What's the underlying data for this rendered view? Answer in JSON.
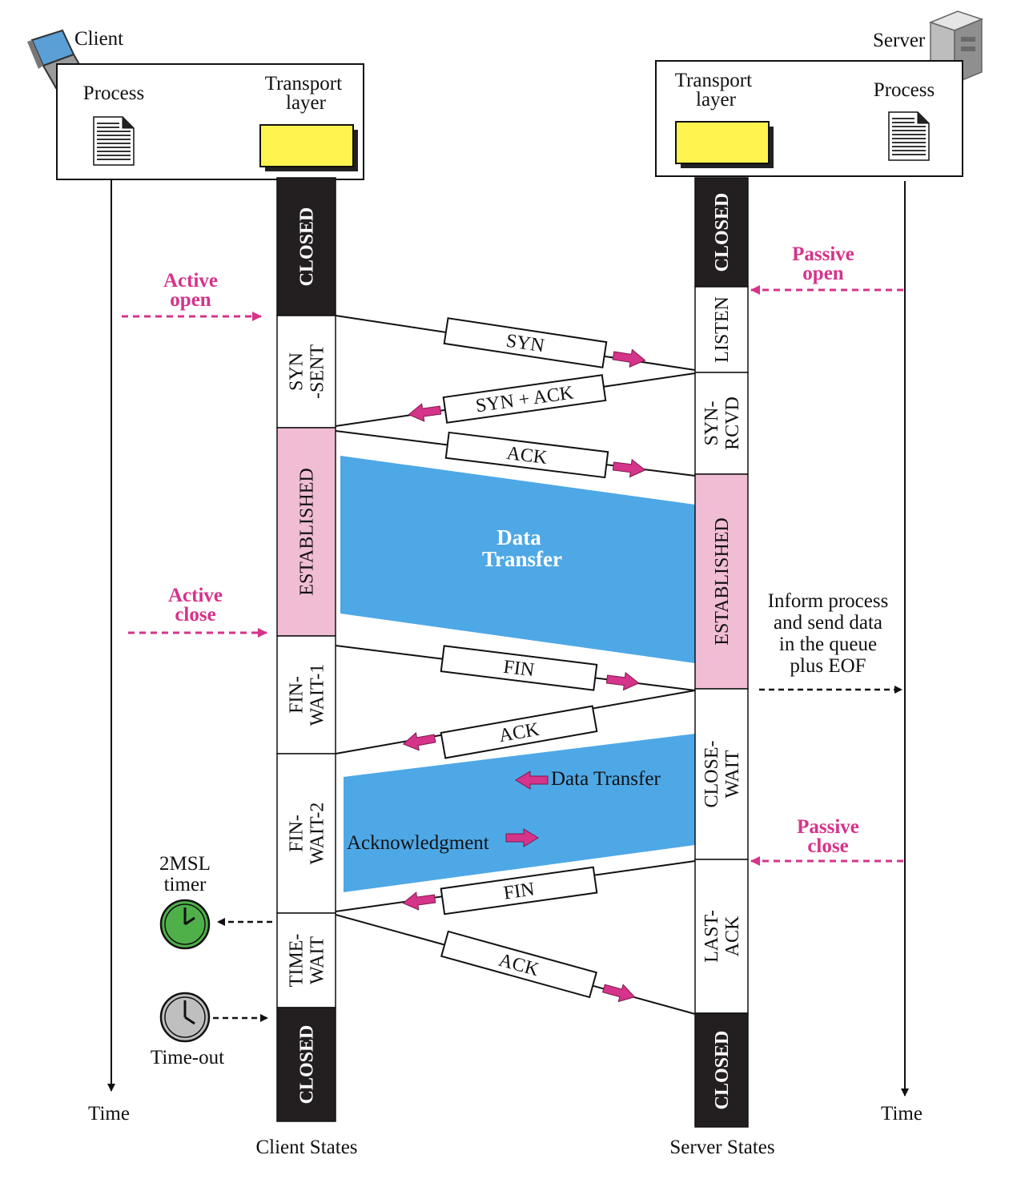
{
  "client": {
    "name": "Client",
    "process": "Process",
    "transport": "Transport layer"
  },
  "server": {
    "name": "Server",
    "process": "Process",
    "transport": "Transport layer"
  },
  "client_states": [
    "CLOSED",
    "SYN -SENT",
    "ESTABLISHED",
    "FIN- WAIT-1",
    "FIN- WAIT-2",
    "TIME- WAIT",
    "CLOSED"
  ],
  "server_states": [
    "CLOSED",
    "LISTEN",
    "SYN- RCVD",
    "ESTABLISHED",
    "CLOSE- WAIT",
    "LAST- ACK",
    "CLOSED"
  ],
  "segments": {
    "syn": "SYN",
    "syn_ack": "SYN + ACK",
    "ack1": "ACK",
    "fin1": "FIN",
    "ack2": "ACK",
    "fin2": "FIN",
    "ack3": "ACK"
  },
  "annotations": {
    "active_open": [
      "Active",
      "open"
    ],
    "passive_open": [
      "Passive",
      "open"
    ],
    "active_close": [
      "Active",
      "close"
    ],
    "passive_close": [
      "Passive",
      "close"
    ],
    "inform": [
      "Inform process",
      "and send data",
      "in the queue",
      "plus EOF"
    ],
    "data_transfer_main": [
      "Data",
      "Transfer"
    ],
    "data_transfer_half": "Data Transfer",
    "acknowledgment": "Acknowledgment",
    "timer": [
      "2MSL",
      "timer"
    ],
    "timeout": "Time-out"
  },
  "time_label": "Time",
  "client_states_caption": "Client States",
  "server_states_caption": "Server States",
  "colors": {
    "closed": "#231f20",
    "established": "#f0bdd4",
    "data_blue": "#4ea8e6",
    "arrow_pink": "#d6338a",
    "transport_yellow": "#fff44f",
    "timer_green": "#4fb04a",
    "timer_gray": "#bfbfbf"
  }
}
